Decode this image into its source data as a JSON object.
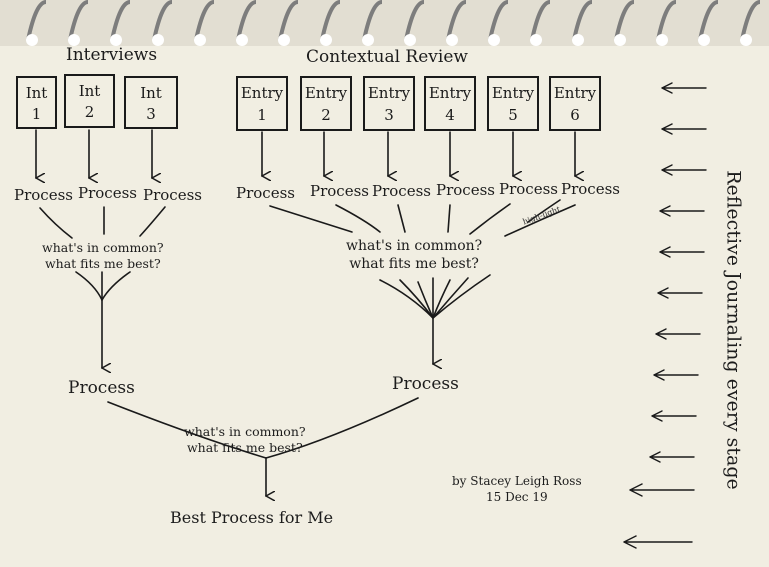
{
  "interviews": {
    "heading": "Interviews",
    "boxes": [
      {
        "top": "Int",
        "num": "1"
      },
      {
        "top": "Int",
        "num": "2"
      },
      {
        "top": "Int",
        "num": "3"
      }
    ],
    "process_labels": [
      "Process",
      "Process",
      "Process"
    ],
    "question_line1": "what's in common?",
    "question_line2": "what fits me best?",
    "result": "Process"
  },
  "contextual_review": {
    "heading": "Contextual Review",
    "boxes": [
      {
        "top": "Entry",
        "num": "1"
      },
      {
        "top": "Entry",
        "num": "2"
      },
      {
        "top": "Entry",
        "num": "3"
      },
      {
        "top": "Entry",
        "num": "4"
      },
      {
        "top": "Entry",
        "num": "5"
      },
      {
        "top": "Entry",
        "num": "6"
      }
    ],
    "process_labels": [
      "Process",
      "Process",
      "Process",
      "Process",
      "Process",
      "Process"
    ],
    "scribble": "high-light",
    "question_line1": "what's in common?",
    "question_line2": "what fits me best?",
    "result": "Process"
  },
  "merge": {
    "question_line1": "what's in common?",
    "question_line2": "what fits me best?",
    "final": "Best Process for Me"
  },
  "side": {
    "text": "Reflective Journaling every stage",
    "arrow_count": 12
  },
  "signature": {
    "line1": "by Stacey Leigh Ross",
    "line2": "15 Dec 19"
  },
  "colors": {
    "ink": "#1a1a1a",
    "paper": "#f1eee2",
    "binding": "#8c8c8c"
  }
}
